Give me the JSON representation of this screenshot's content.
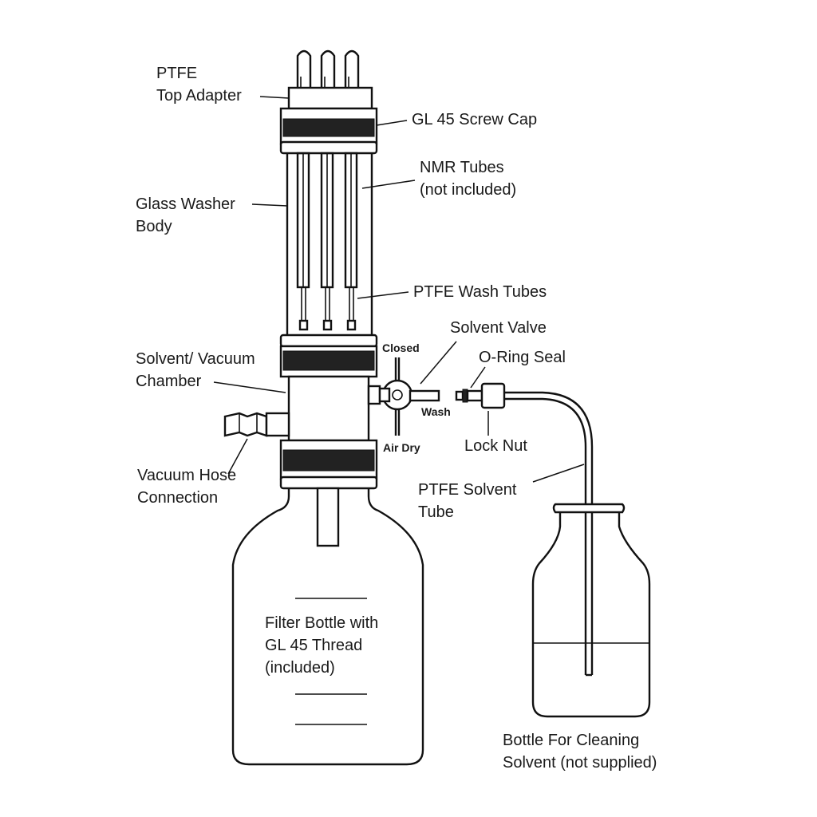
{
  "labels": {
    "ptfe_top_adapter": [
      "PTFE",
      "Top Adapter"
    ],
    "gl45_screw_cap": [
      "GL 45 Screw Cap"
    ],
    "nmr_tubes": [
      "NMR Tubes",
      "(not included)"
    ],
    "glass_washer_body": [
      "Glass Washer",
      "Body"
    ],
    "ptfe_wash_tubes": [
      "PTFE Wash Tubes"
    ],
    "solvent_valve": [
      "Solvent Valve"
    ],
    "closed": [
      "Closed"
    ],
    "o_ring_seal": [
      "O-Ring Seal"
    ],
    "solvent_vacuum_chamber": [
      "Solvent/ Vacuum",
      "Chamber"
    ],
    "wash": [
      "Wash"
    ],
    "air_dry": [
      "Air Dry"
    ],
    "lock_nut": [
      "Lock Nut"
    ],
    "vacuum_hose_connection": [
      "Vacuum Hose",
      "Connection"
    ],
    "ptfe_solvent_tube": [
      "PTFE Solvent",
      "Tube"
    ],
    "filter_bottle": [
      "Filter Bottle with",
      "GL 45 Thread",
      "(included)"
    ],
    "cleaning_bottle": [
      "Bottle For Cleaning",
      "Solvent (not supplied)"
    ]
  }
}
